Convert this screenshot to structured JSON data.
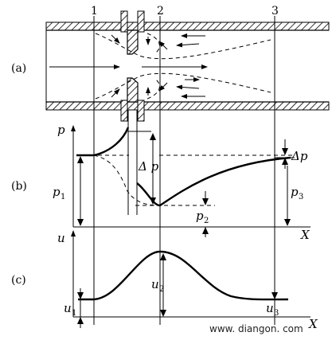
{
  "sections": {
    "a": "(a)",
    "b": "(b)",
    "c": "(c)"
  },
  "stations": {
    "s1": "1",
    "s2": "2",
    "s3": "3"
  },
  "pressure_panel": {
    "p_axis": "p",
    "p1": "p",
    "p1_sub": "1",
    "p2": "p",
    "p2_sub": "2",
    "p3": "p",
    "p3_sub": "3",
    "delta_p": "Δp",
    "delta_p_big": "Δ p",
    "x_axis": "X"
  },
  "velocity_panel": {
    "u_axis": "u",
    "u1": "u",
    "u1_sub": "1",
    "u2": "u",
    "u2_sub": "2",
    "u3": "u",
    "u3_sub": "3",
    "x_axis": "X"
  },
  "watermark": "www. diangon. com"
}
